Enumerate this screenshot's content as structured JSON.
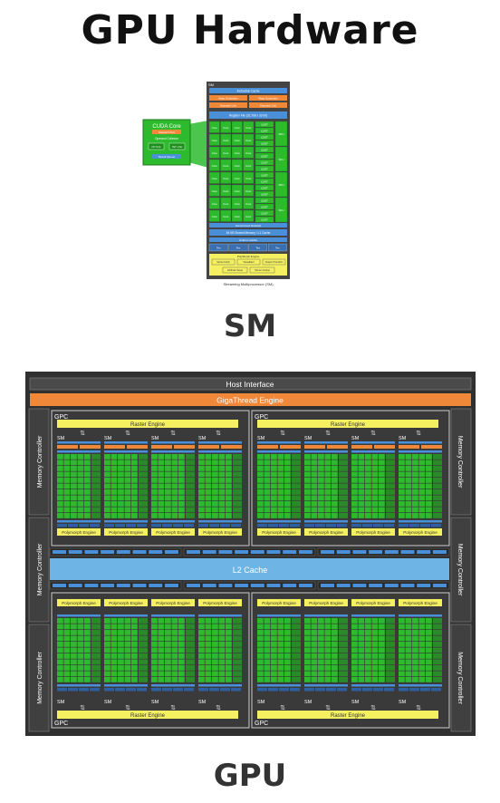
{
  "title": "GPU Hardware",
  "sm_caption": "SM",
  "gpu_caption": "GPU",
  "sm_diagram": {
    "header": "SM",
    "instruction_cache": "Instruction Cache",
    "warp_scheduler": "Warp Scheduler",
    "dispatch_unit": "Dispatch Unit",
    "register_file": "Register File (32,768 x 32-bit)",
    "core_label": "Core",
    "ldst_label": "LD/ST",
    "sfu_label": "SFU",
    "interconnect": "Interconnect Network",
    "shared_memory": "64 KB Shared Memory / L1 Cache",
    "uniform_cache": "Uniform Cache",
    "tex_label": "Tex",
    "polymorph_engine": "PolyMorph Engine",
    "vertex_fetch": "Vertex Fetch",
    "tessellator": "Tessellator",
    "viewport_transform": "Viewport Transform",
    "attribute_setup": "Attribute Setup",
    "stream_output": "Stream Output",
    "footer": "Streaming Multiprocessor (SM)",
    "cuda_core": {
      "title": "CUDA Core",
      "dispatch_port": "Dispatch Port",
      "operand_collector": "Operand Collector",
      "fp_unit": "FP Unit",
      "int_unit": "INT Unit",
      "result_queue": "Result Queue"
    }
  },
  "gpu_diagram": {
    "host_interface": "Host Interface",
    "gigathread": "GigaThread Engine",
    "memory_controller": "Memory Controller",
    "gpc_label": "GPC",
    "raster_engine": "Raster Engine",
    "sm_label": "SM",
    "polymorph_engine": "Polymorph Engine",
    "l2_cache": "L2 Cache"
  },
  "colors": {
    "core_green": "#2dbb2d",
    "orange": "#f0883a",
    "blue": "#4a90d8",
    "yellow": "#f4f060",
    "dark": "#3a3a3a"
  }
}
